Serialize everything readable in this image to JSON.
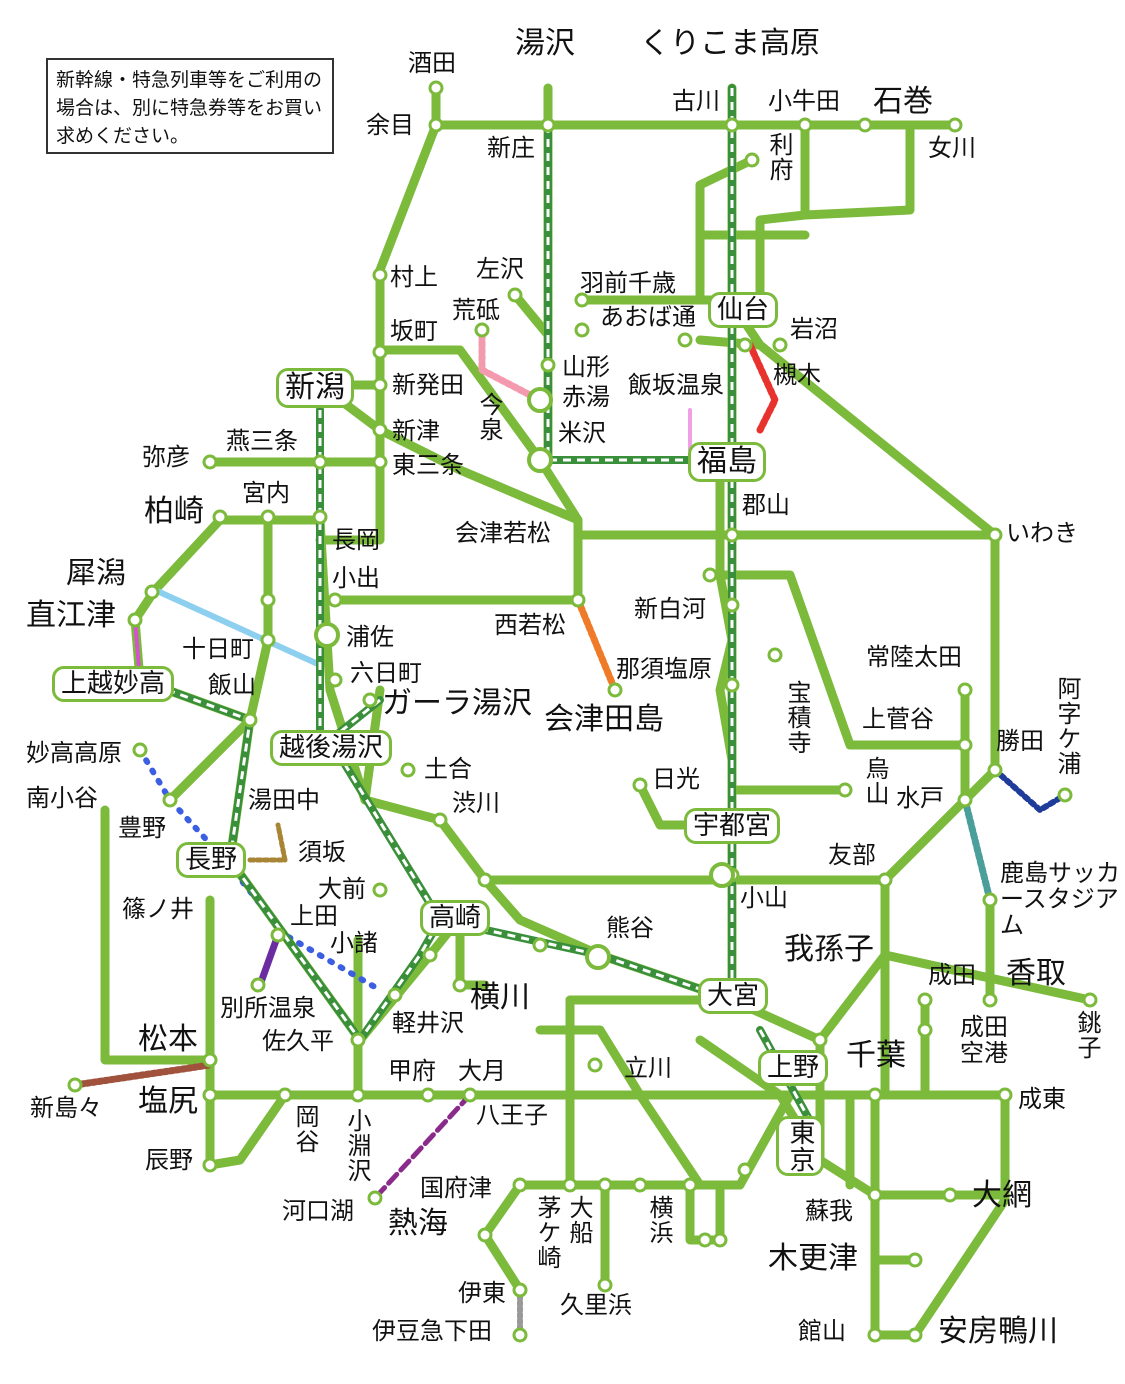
{
  "notice": "新幹線・特急列車等をご利用の場合は、別に特急券等をお買い求めください。",
  "colors": {
    "line": "#7cba3c",
    "shinkansen": "#3a8f3a",
    "station_fill": "#ffffff"
  },
  "stations": [
    "酒田",
    "湯沢",
    "くりこま高原",
    "余目",
    "古川",
    "小牛田",
    "石巻",
    "新庄",
    "利府",
    "女川",
    "村上",
    "左沢",
    "羽前千歳",
    "荒砥",
    "あおば通",
    "仙台",
    "岩沼",
    "坂町",
    "新潟",
    "新発田",
    "山形",
    "赤湯",
    "今泉",
    "飯坂温泉",
    "槻木",
    "新津",
    "米沢",
    "福島",
    "弥彦",
    "燕三条",
    "東三条",
    "宮内",
    "郡山",
    "柏崎",
    "長岡",
    "会津若松",
    "いわき",
    "犀潟",
    "小出",
    "直江津",
    "西若松",
    "新白河",
    "十日町",
    "浦佐",
    "常陸太田",
    "六日町",
    "那須塩原",
    "上越妙高",
    "飯山",
    "ガーラ湯沢",
    "会津田島",
    "阿字ケ浦",
    "宝積寺",
    "上菅谷",
    "越後湯沢",
    "勝田",
    "妙高高原",
    "土合",
    "烏山",
    "日光",
    "水戸",
    "南小谷",
    "湯田中",
    "渋川",
    "豊野",
    "宇都宮",
    "須坂",
    "長野",
    "友部",
    "鹿島サッカースタジアム",
    "大前",
    "小山",
    "篠ノ井",
    "上田",
    "高崎",
    "熊谷",
    "小諸",
    "我孫子",
    "成田",
    "香取",
    "横川",
    "大宮",
    "別所温泉",
    "軽井沢",
    "銚子",
    "成田空港",
    "松本",
    "佐久平",
    "上野",
    "千葉",
    "甲府",
    "大月",
    "立川",
    "新島々",
    "塩尻",
    "成東",
    "岡谷",
    "小淵沢",
    "八王子",
    "東京",
    "辰野",
    "国府津",
    "大網",
    "河口湖",
    "茅ケ崎",
    "大船",
    "横浜",
    "蘇我",
    "熱海",
    "木更津",
    "伊東",
    "久里浜",
    "伊豆急下田",
    "館山",
    "安房鴨川"
  ]
}
